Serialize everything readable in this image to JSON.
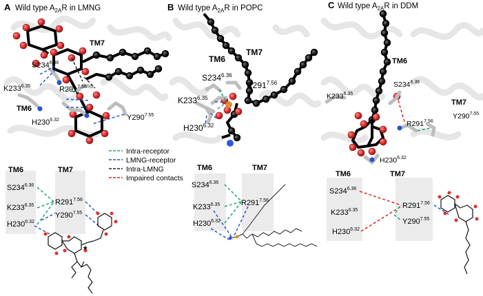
{
  "panels": [
    {
      "letter": "A",
      "title_pre": "Wild type A",
      "title_sub": "2A",
      "title_post": "R in LMNG",
      "top": {
        "tm7": "TM7",
        "tm6": "TM6",
        "res": [
          {
            "name": "S234",
            "sup": "6.36"
          },
          {
            "name": "K233",
            "sup": "6.35"
          },
          {
            "name": "R291",
            "sup": "7.56"
          },
          {
            "name": "H230",
            "sup": "6.32"
          },
          {
            "name": "Y290",
            "sup": "7.55"
          }
        ]
      },
      "bottom": {
        "tm6": "TM6",
        "tm7": "TM7",
        "res": [
          {
            "name": "S234",
            "sup": "6.36"
          },
          {
            "name": "K233",
            "sup": "6.35"
          },
          {
            "name": "H230",
            "sup": "6.32"
          },
          {
            "name": "R291",
            "sup": "7.56"
          },
          {
            "name": "Y290",
            "sup": "7.55"
          }
        ],
        "star": "*"
      }
    },
    {
      "letter": "B",
      "title_pre": "Wild type A",
      "title_sub": "2A",
      "title_post": "R in POPC",
      "top": {
        "tm6": "TM6",
        "tm7": "TM7",
        "res": [
          {
            "name": "S234",
            "sup": "6.36"
          },
          {
            "name": "K233",
            "sup": "6.35"
          },
          {
            "name": "R291",
            "sup": "7.56"
          },
          {
            "name": "H230",
            "sup": "6.32"
          }
        ]
      },
      "bottom": {
        "tm6": "TM6",
        "tm7": "TM7",
        "res": [
          {
            "name": "S234",
            "sup": "6.36"
          },
          {
            "name": "K233",
            "sup": "6.35"
          },
          {
            "name": "H230",
            "sup": "6.32"
          },
          {
            "name": "R291",
            "sup": "7.56"
          }
        ]
      }
    },
    {
      "letter": "C",
      "title_pre": "Wild type A",
      "title_sub": "2A",
      "title_post": "R in DDM",
      "top": {
        "tm6": "TM6",
        "tm7": "TM7",
        "res": [
          {
            "name": "S234",
            "sup": "6.36"
          },
          {
            "name": "K233",
            "sup": "6.35"
          },
          {
            "name": "Y290",
            "sup": "7.55"
          },
          {
            "name": "R291",
            "sup": "7.56"
          },
          {
            "name": "H230",
            "sup": "6.32"
          }
        ]
      },
      "bottom": {
        "tm6": "TM6",
        "tm7": "TM7",
        "res": [
          {
            "name": "S234",
            "sup": "6.36"
          },
          {
            "name": "K233",
            "sup": "6.35"
          },
          {
            "name": "H230",
            "sup": "6.32"
          },
          {
            "name": "R291",
            "sup": "7.56"
          },
          {
            "name": "Y290",
            "sup": "7.55"
          }
        ]
      }
    }
  ],
  "legend": [
    {
      "label": "Intra-receptor",
      "color": "#1aa86a"
    },
    {
      "label": "LMNG-receptor",
      "color": "#2255cc"
    },
    {
      "label": "Intra-LMNG",
      "color": "#222222"
    },
    {
      "label": "Impaired contacts",
      "color": "#dd2222"
    }
  ],
  "colors": {
    "green": "#1aa86a",
    "blue": "#2255cc",
    "red": "#dd2222",
    "black": "#222222",
    "oxygen": "#e03030",
    "box": "#ebebeb"
  }
}
